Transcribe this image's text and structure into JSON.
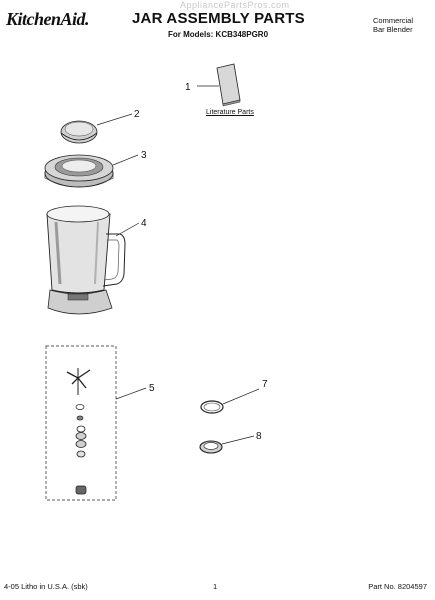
{
  "header": {
    "brand": "KitchenAid.",
    "title": "JAR ASSEMBLY PARTS",
    "models": "For Models: KCB348PGR0",
    "product_line1": "Commercial",
    "product_line2": "Bar Blender",
    "watermark": "AppliancePartsPros.com"
  },
  "literature_label": "Literature Parts",
  "callouts": [
    "1",
    "2",
    "3",
    "4",
    "5",
    "7",
    "8"
  ],
  "footer": {
    "left": "4-05 Litho in U.S.A. (sbk)",
    "page": "1",
    "right": "Part No. 8204597"
  },
  "colors": {
    "line": "#222222",
    "shade": "#bdbdbd",
    "dark": "#555555"
  }
}
